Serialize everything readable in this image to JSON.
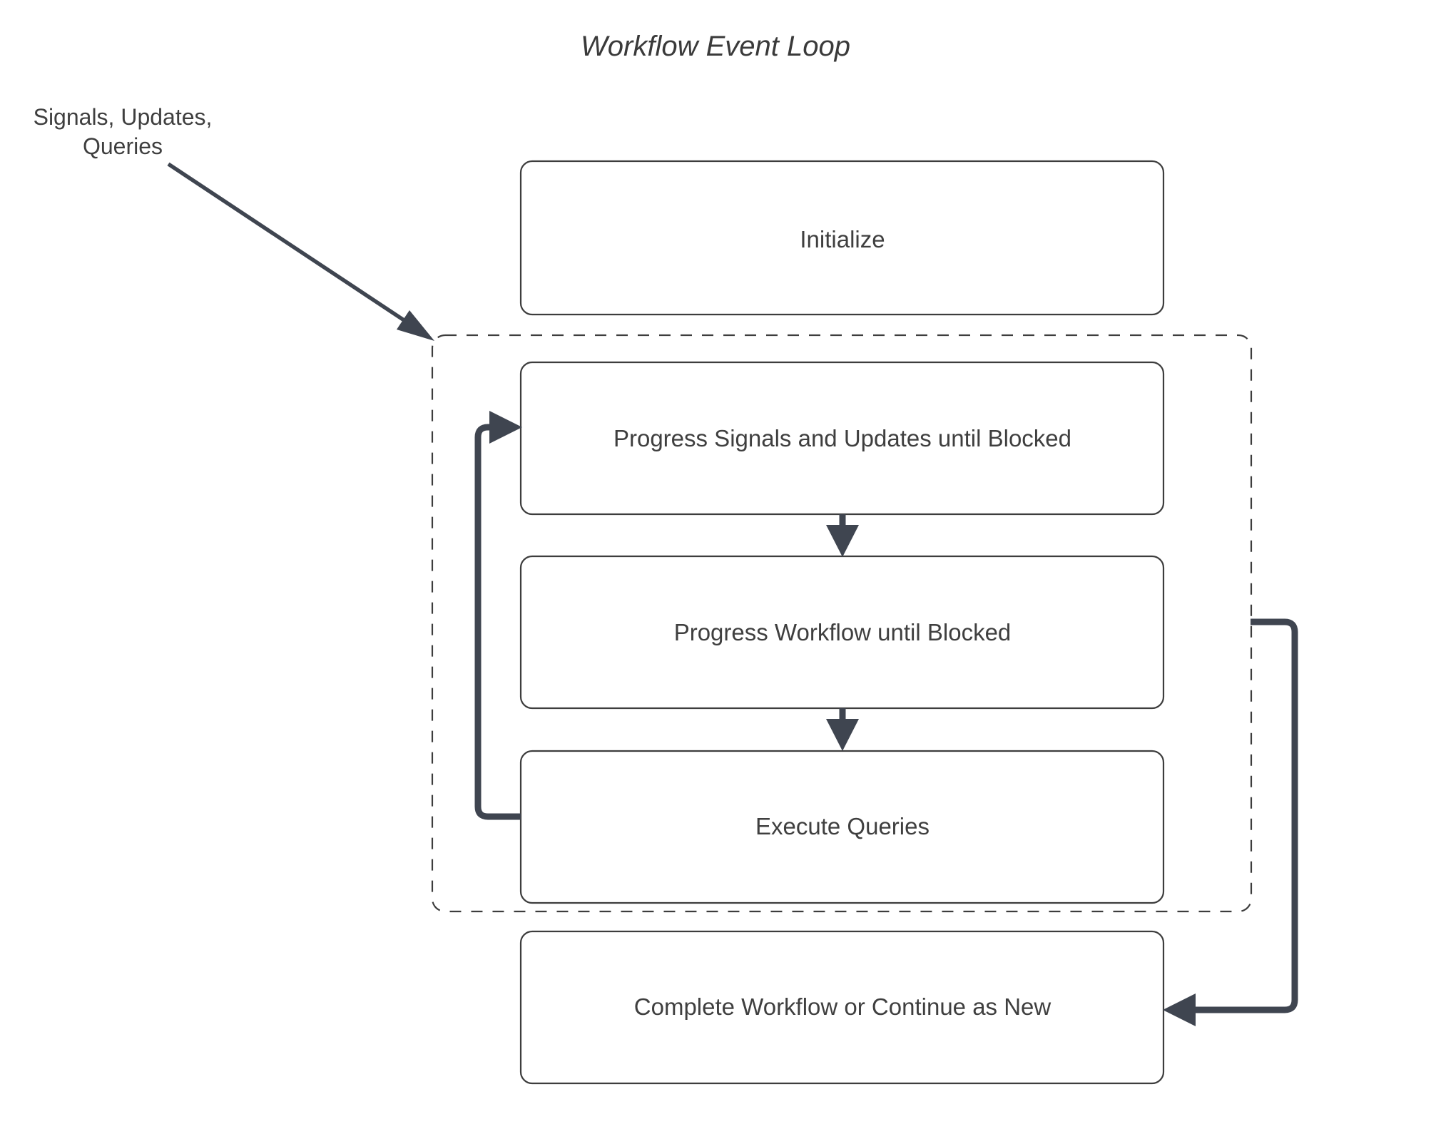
{
  "diagram": {
    "title": "Workflow Event Loop",
    "type": "flowchart",
    "background_color": "#ffffff",
    "node_stroke_color": "#3d3d3d",
    "arrow_color": "#3f4550",
    "text_color": "#3f3f3f",
    "external_input_label": "Signals, Updates,\nQueries",
    "external_input_label_line1": "Signals, Updates,",
    "external_input_label_line2": "Queries",
    "nodes": [
      {
        "id": "initialize",
        "label": "Initialize",
        "shape": "rounded-rectangle"
      },
      {
        "id": "progress-signals",
        "label": "Progress Signals and Updates until Blocked",
        "shape": "rounded-rectangle"
      },
      {
        "id": "progress-workflow",
        "label": "Progress Workflow until Blocked",
        "shape": "rounded-rectangle"
      },
      {
        "id": "execute-queries",
        "label": "Execute Queries",
        "shape": "rounded-rectangle"
      },
      {
        "id": "complete-workflow",
        "label": "Complete Workflow or Continue as New",
        "shape": "rounded-rectangle"
      }
    ],
    "group": {
      "id": "event-loop-group",
      "label": "",
      "style": "dashed"
    },
    "edges": [
      {
        "id": "external-to-loop",
        "from": "Signals, Updates, Queries",
        "to": "event-loop-group",
        "style": "thin-diagonal"
      },
      {
        "id": "signals-to-workflow",
        "from": "progress-signals",
        "to": "progress-workflow",
        "style": "thick-down"
      },
      {
        "id": "workflow-to-queries",
        "from": "progress-workflow",
        "to": "execute-queries",
        "style": "thick-down"
      },
      {
        "id": "queries-to-signals",
        "from": "execute-queries",
        "to": "progress-signals",
        "style": "thick-loop-left"
      },
      {
        "id": "loop-to-complete",
        "from": "event-loop-group",
        "to": "complete-workflow",
        "style": "thick-loop-right"
      }
    ]
  }
}
